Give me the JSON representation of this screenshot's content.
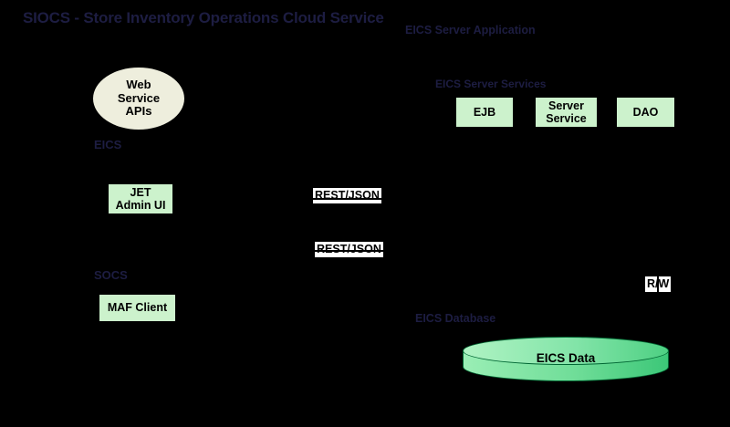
{
  "title": "SIOCS - Store Inventory Operations Cloud Service",
  "labels": {
    "server_application": "EICS Server Application",
    "server_services": "EICS Server Services",
    "eics": "EICS",
    "socs": "SOCS",
    "database": "EICS Database"
  },
  "nodes": {
    "web_service_apis": "Web Service APIs",
    "ejb": "EJB",
    "server_service": "Server Service",
    "dao": "DAO",
    "jet_admin_ui": "JET Admin UI",
    "maf_client": "MAF Client",
    "eics_data": "EICS Data"
  },
  "connectors": {
    "rest_json_top": "REST/JSON",
    "rest_json_bottom": "REST/JSON",
    "rw": "R/W"
  },
  "colors": {
    "background": "#000000",
    "node_fill": "#ccf2cc",
    "ellipse_fill": "#eeeedd",
    "chip_background": "#ffffff",
    "dim_label_text": "#1d1d42",
    "cylinder_light": "#a9f2bf",
    "cylinder_dark": "#3ec878"
  }
}
